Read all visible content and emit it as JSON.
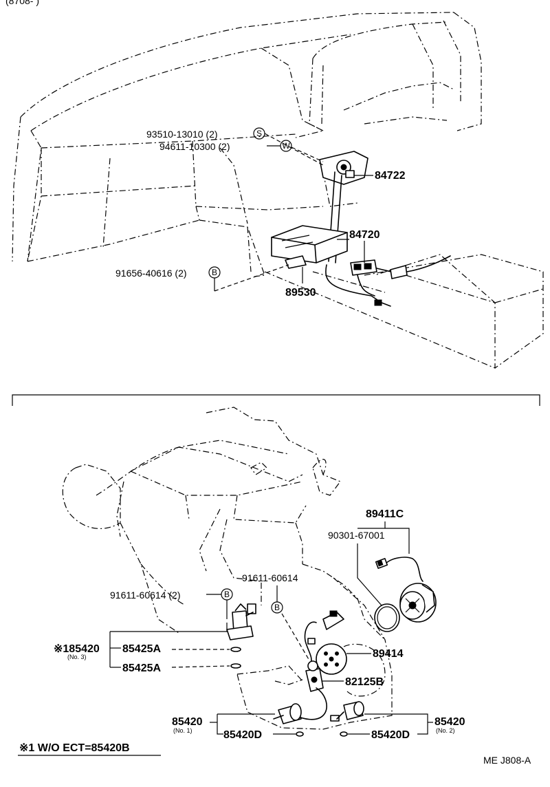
{
  "header_fragment": "(8708-        )",
  "top_assembly": {
    "callouts": [
      {
        "part": "93510-13010",
        "qty": "(2)",
        "symbol": "S"
      },
      {
        "part": "94611-10300",
        "qty": "(2)",
        "symbol": "W"
      },
      {
        "part": "91656-40616",
        "qty": "(2)",
        "symbol": "B"
      }
    ],
    "parts": [
      "84722",
      "84720",
      "89530"
    ]
  },
  "bottom_assembly": {
    "callouts": [
      {
        "part": "91611-60614",
        "qty": "(2)",
        "symbol": "B"
      },
      {
        "part": "91611-60614",
        "qty": "",
        "symbol": "B"
      }
    ],
    "sensor_group": {
      "main": "89411C",
      "sub": "90301-67001",
      "parts": [
        "89414",
        "82125B"
      ]
    },
    "left_group": {
      "code": "※185420",
      "note": "(No. 3)",
      "items": [
        "85425A",
        "85425A"
      ]
    },
    "no1_group": {
      "code": "85420",
      "note": "(No. 1)",
      "item": "85420D"
    },
    "no2_group": {
      "code": "85420",
      "note": "(No. 2)",
      "item": "85420D"
    }
  },
  "footnote": "※1  W/O ECT=85420B",
  "diagram_id": "ME J808-A"
}
